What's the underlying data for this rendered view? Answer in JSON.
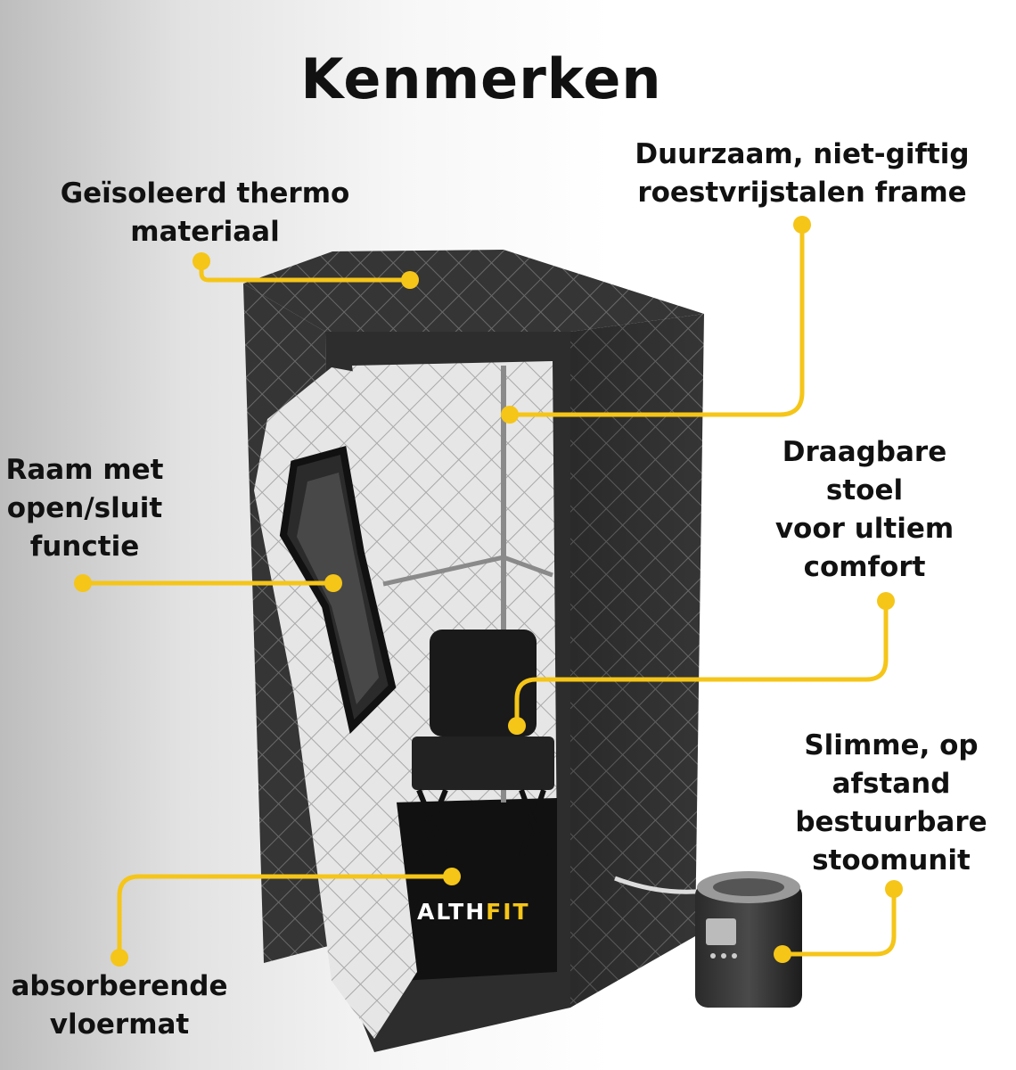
{
  "title": "Kenmerken",
  "features": {
    "insulation": [
      "Geïsoleerd thermo",
      "materiaal"
    ],
    "frame": [
      "Duurzaam, niet-giftig",
      "roestvrijstalen frame"
    ],
    "window": [
      "Raam met",
      "open/sluit",
      "functie"
    ],
    "chair": [
      "Draagbare",
      "stoel",
      "voor ultiem",
      "comfort"
    ],
    "steamer": [
      "Slimme, op",
      "afstand",
      "bestuurbare",
      "stoomunit"
    ],
    "floormat": [
      "absorberende",
      "vloermat"
    ]
  },
  "brand": {
    "part1": "ALTH",
    "part2": "FIT"
  },
  "colors": {
    "accent": "#f5c518",
    "tent": "#3a3a3a",
    "lining": "#e9e9e9"
  }
}
